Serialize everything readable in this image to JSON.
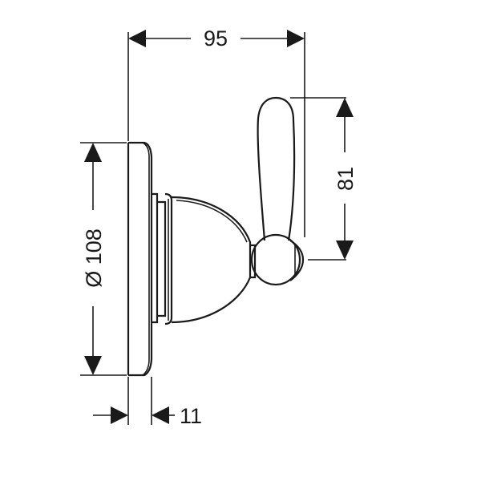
{
  "drawing": {
    "dimensions": {
      "width_top": "95",
      "handle_height": "81",
      "diameter": "Ø 108",
      "plate_depth": "11"
    }
  }
}
